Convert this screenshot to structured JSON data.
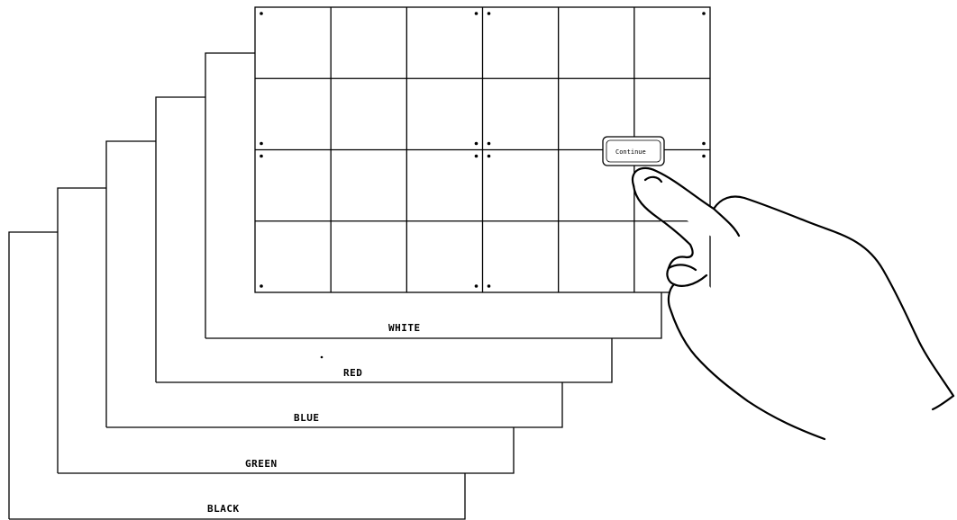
{
  "sheets": [
    {
      "label": "BLACK"
    },
    {
      "label": "GREEN"
    },
    {
      "label": "BLUE"
    },
    {
      "label": "RED"
    },
    {
      "label": "WHITE"
    }
  ],
  "grid": {
    "columns": 6,
    "rows": 4
  },
  "button": {
    "label": "Continue"
  },
  "colors": {
    "line": "#000000",
    "background": "#ffffff"
  }
}
